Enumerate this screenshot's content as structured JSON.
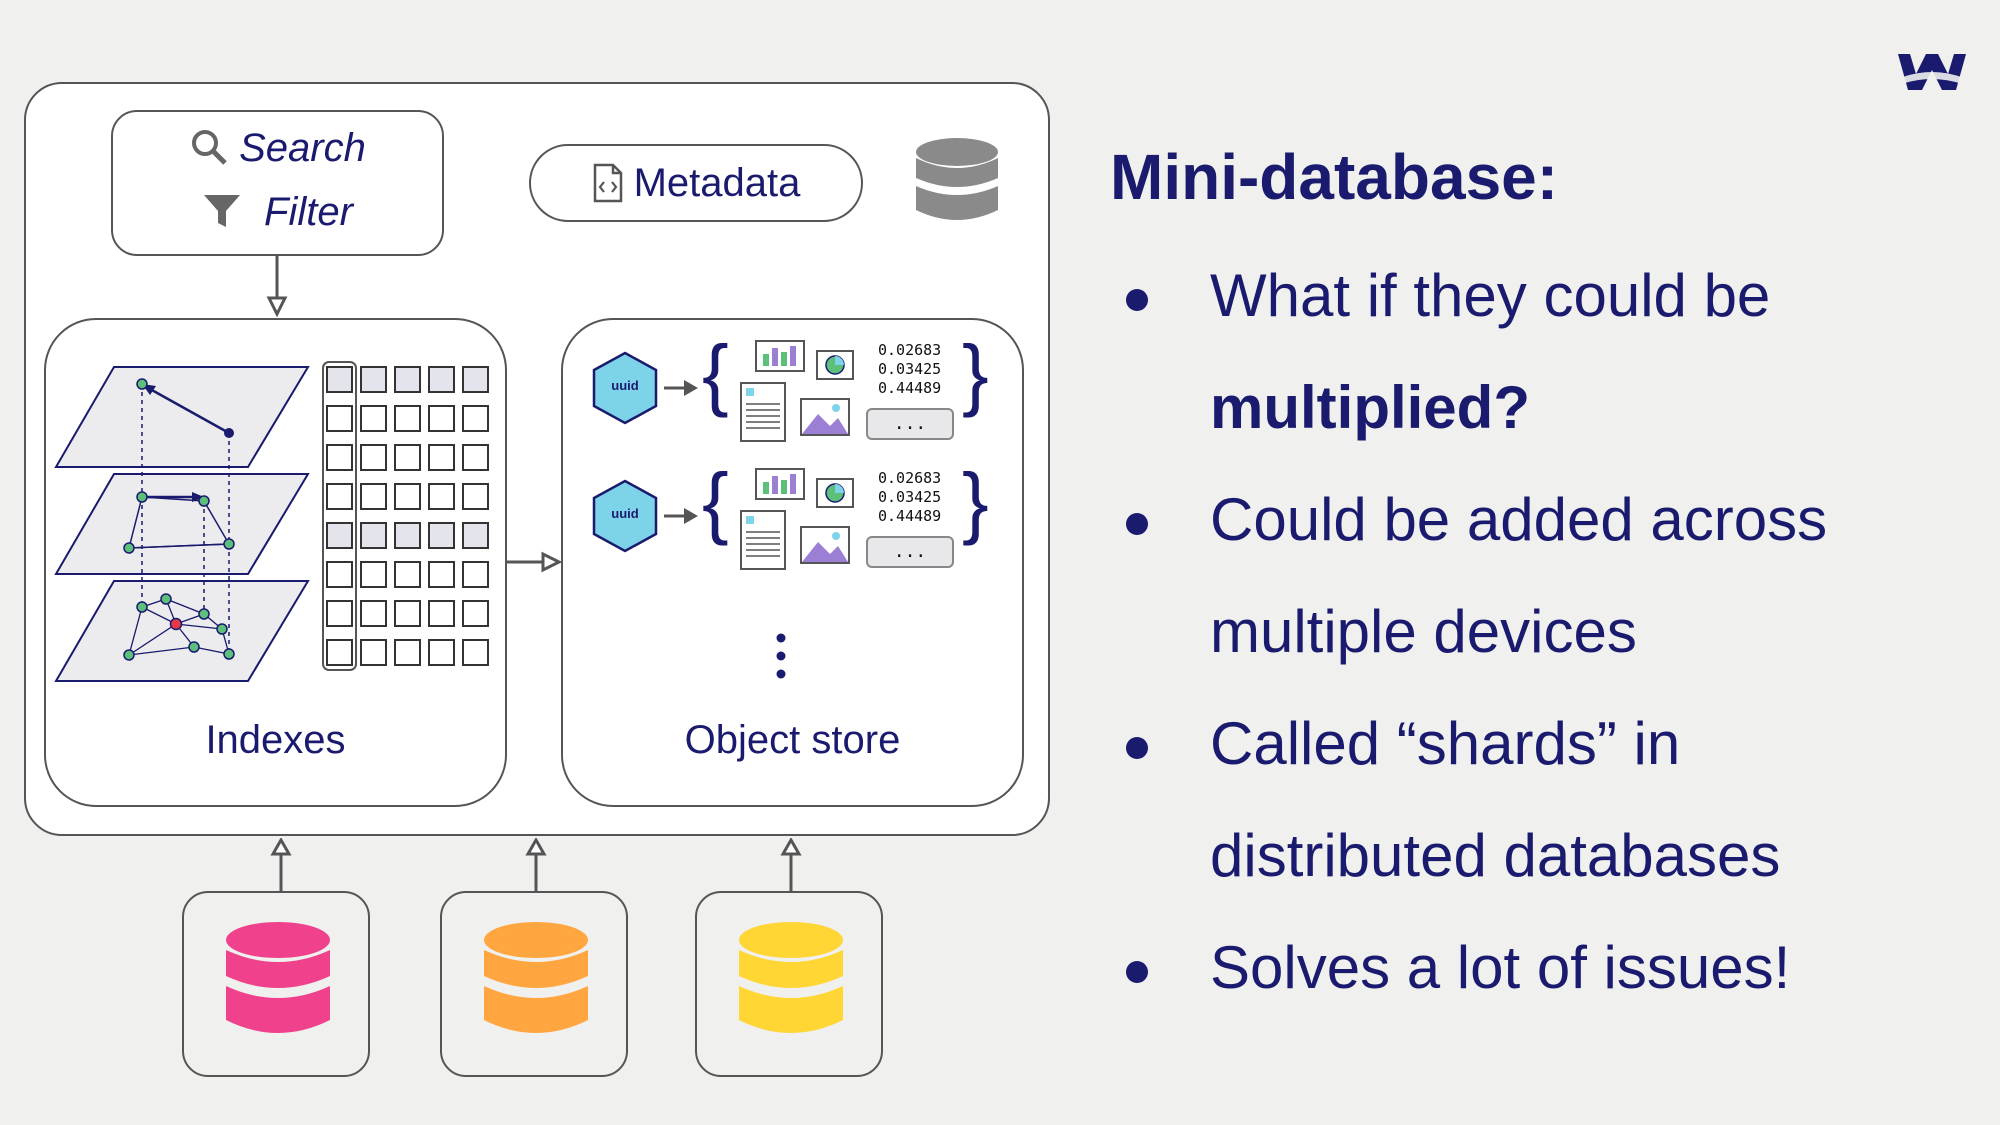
{
  "diagram": {
    "search_label": "Search",
    "filter_label": "Filter",
    "metadata_label": "Metadata",
    "indexes_label": "Indexes",
    "object_store_label": "Object store",
    "object_rows": [
      {
        "id_label": "uuid",
        "vector": [
          "0.02683",
          "0.03425",
          "0.44489"
        ],
        "more": "..."
      },
      {
        "id_label": "uuid",
        "vector": [
          "0.02683",
          "0.03425",
          "0.44489"
        ],
        "more": "..."
      }
    ],
    "shard_colors": [
      "#f0428c",
      "#ffa640",
      "#ffd633"
    ],
    "database_icon_color": "#8a8a8a",
    "accent_color": "#1a1a6e"
  },
  "slide": {
    "title": "Mini-database:",
    "bullets": [
      {
        "lines": [
          "What if they could be",
          "multiplied?"
        ],
        "bold_line": 1
      },
      {
        "lines": [
          "Could be added across",
          "multiple devices"
        ]
      },
      {
        "lines": [
          "Called “shards” in",
          "distributed databases"
        ]
      },
      {
        "lines": [
          "Solves a lot of issues!"
        ]
      }
    ]
  }
}
